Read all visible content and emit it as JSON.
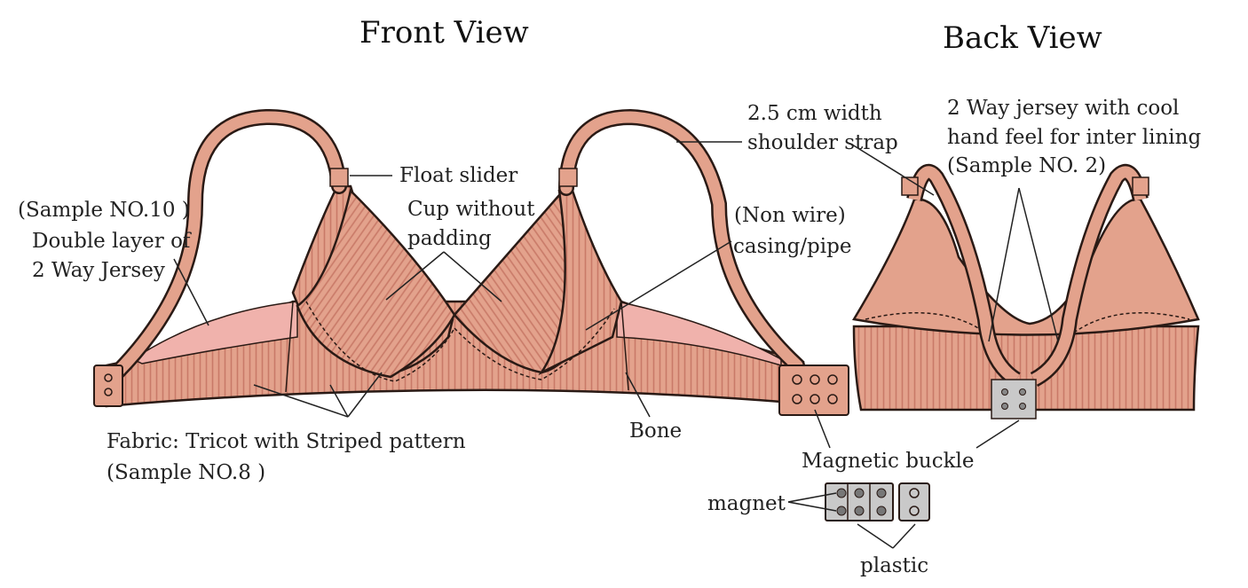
{
  "titles": {
    "front": "Front View",
    "back": "Back View"
  },
  "labels": {
    "float_slider": "Float slider",
    "sample10_line1": "(Sample NO.10  )",
    "sample10_line2": "Double layer of",
    "sample10_line3": "2 Way Jersey",
    "cup_line1": "Cup without",
    "cup_line2": "padding",
    "strap_line1": "2.5 cm width",
    "strap_line2": "shoulder strap",
    "jersey_line1": "2 Way jersey with cool",
    "jersey_line2": "hand feel for inter lining",
    "jersey_line3": "(Sample NO. 2)",
    "casing_line1": "(Non wire)",
    "casing_line2": "casing/pipe",
    "fabric_line1": "Fabric: Tricot with Striped pattern",
    "fabric_line2": "(Sample NO.8 )",
    "bone": "Bone",
    "magnetic_buckle": "Magnetic buckle",
    "magnet": "magnet",
    "plastic": "plastic"
  },
  "colors": {
    "fabric": "#e3a28c",
    "stripe": "#c97a68",
    "lining": "#f0b2ac",
    "outline": "#2a1a15",
    "buckle": "#c9c9c9"
  }
}
